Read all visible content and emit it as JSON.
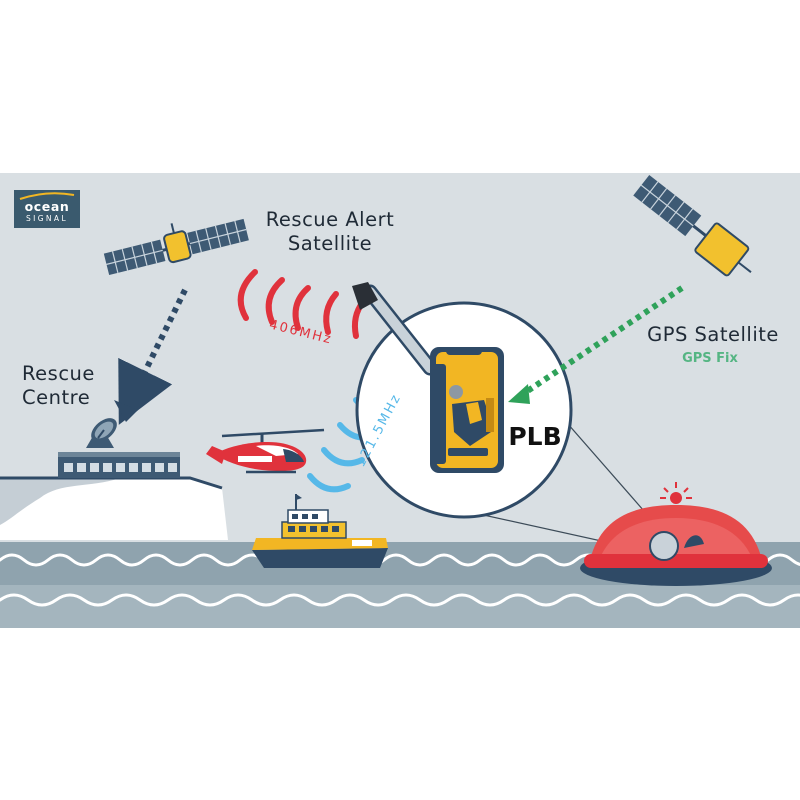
{
  "logo": {
    "line1": "ocean",
    "line2": "SIGNAL"
  },
  "labels": {
    "rescue_alert_satellite": "Rescue Alert\nSatellite",
    "rescue_centre": "Rescue\nCentre",
    "gps_satellite": "GPS Satellite",
    "gps_fix": "GPS Fix",
    "plb": "PLB",
    "freq_406": "406MHz",
    "freq_121": "121.5MHz"
  },
  "colors": {
    "sky": "#d9dfe3",
    "sea": "#8fa3ae",
    "wave": "#ffffff",
    "signal_406": "#e0323c",
    "signal_121": "#56b8e8",
    "gps_arrow": "#2fa25a",
    "dark_arrow": "#2f4a66",
    "plb_yellow": "#f2b623",
    "liferaft_red": "#e64b4b"
  },
  "icons": [
    "rescue-satellite-icon",
    "gps-satellite-icon",
    "radar-dish-icon",
    "helicopter-icon",
    "lifeboat-icon",
    "liferaft-icon",
    "plb-device-icon"
  ]
}
